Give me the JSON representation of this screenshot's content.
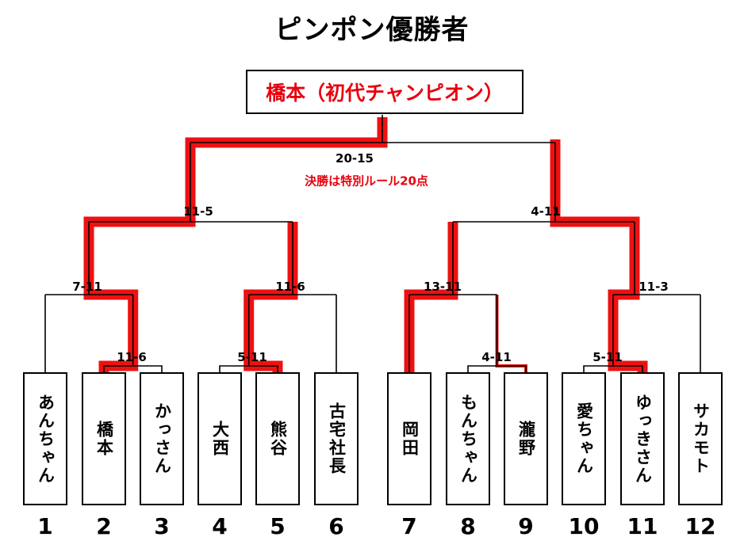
{
  "title": "ピンポン優勝者",
  "champion": {
    "label": "橋本（初代チャンピオン）"
  },
  "final_note": "決勝は特別ルール20点",
  "scores": {
    "final": "20-15",
    "sf_left": "11-5",
    "sf_right": "4-11",
    "qf_left_outer": "7-11",
    "qf_left_inner": "11-6",
    "qf_right_inner": "13-11",
    "qf_right_outer": "11-3",
    "r1_left_a": "11-6",
    "r1_left_b": "5-11",
    "r1_right_a": "4-11",
    "r1_right_b": "5-11"
  },
  "players": [
    {
      "seed": "1",
      "name": "あんちゃん"
    },
    {
      "seed": "2",
      "name": "橋本"
    },
    {
      "seed": "3",
      "name": "かっさん"
    },
    {
      "seed": "4",
      "name": "大西"
    },
    {
      "seed": "5",
      "name": "熊谷"
    },
    {
      "seed": "6",
      "name": "古宅社長"
    },
    {
      "seed": "7",
      "name": "岡田"
    },
    {
      "seed": "8",
      "name": "もんちゃん"
    },
    {
      "seed": "9",
      "name": "瀧野"
    },
    {
      "seed": "10",
      "name": "愛ちゃん"
    },
    {
      "seed": "11",
      "name": "ゆっきさん"
    },
    {
      "seed": "12",
      "name": "サカモト"
    }
  ],
  "colors": {
    "winner_line": "#ee1111",
    "bracket_line": "#000000",
    "champion_text": "#e8000d",
    "note_text": "#e8000d"
  }
}
